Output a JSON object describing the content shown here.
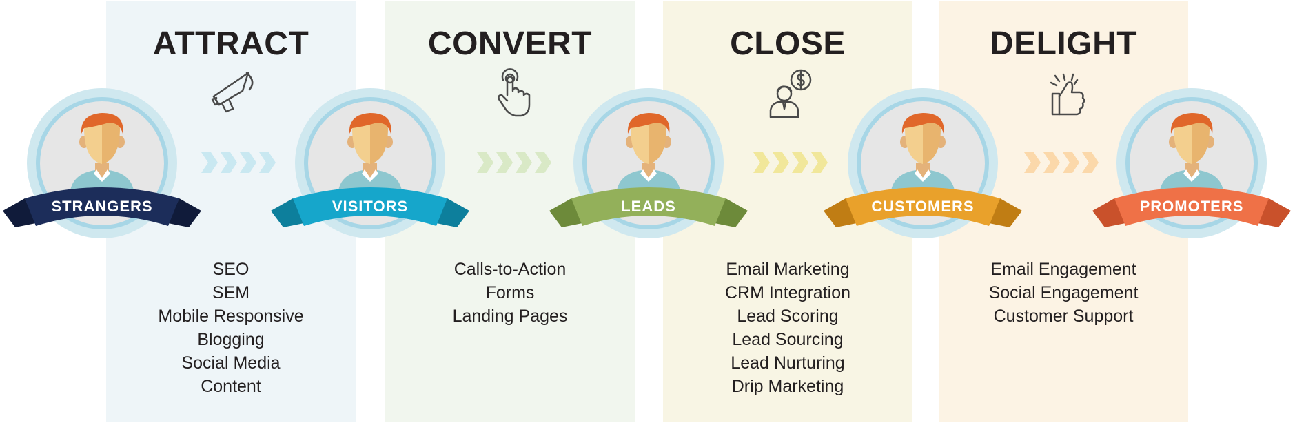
{
  "stages": [
    {
      "title": "ATTRACT",
      "icon": "megaphone-icon",
      "panel_color": "#eef5f8",
      "items": [
        "SEO",
        "SEM",
        "Mobile Responsive",
        "Blogging",
        "Social Media",
        "Content"
      ]
    },
    {
      "title": "CONVERT",
      "icon": "pointer-hand-icon",
      "panel_color": "#f1f6ee",
      "items": [
        "Calls-to-Action",
        "Forms",
        "Landing Pages"
      ]
    },
    {
      "title": "CLOSE",
      "icon": "salesperson-dollar-icon",
      "panel_color": "#f8f5e4",
      "items": [
        "Email Marketing",
        "CRM Integration",
        "Lead Scoring",
        "Lead Sourcing",
        "Lead Nurturing",
        "Drip Marketing"
      ]
    },
    {
      "title": "DELIGHT",
      "icon": "thumbs-up-icon",
      "panel_color": "#fcf3e4",
      "items": [
        "Email Engagement",
        "Social Engagement",
        "Customer Support"
      ]
    }
  ],
  "personas": [
    {
      "label": "STRANGERS",
      "ribbon_color": "#1c2d5a",
      "ribbon_dark": "#101b3a"
    },
    {
      "label": "VISITORS",
      "ribbon_color": "#16a6cb",
      "ribbon_dark": "#0d7f9c"
    },
    {
      "label": "LEADS",
      "ribbon_color": "#93b05a",
      "ribbon_dark": "#6d8a3a"
    },
    {
      "label": "CUSTOMERS",
      "ribbon_color": "#e9a12b",
      "ribbon_dark": "#c07d14"
    },
    {
      "label": "PROMOTERS",
      "ribbon_color": "#ef7147",
      "ribbon_dark": "#c9512b"
    }
  ],
  "arrow_colors": [
    "#c9e8f1",
    "#d9e9c6",
    "#f1e79a",
    "#fbd8aa"
  ]
}
